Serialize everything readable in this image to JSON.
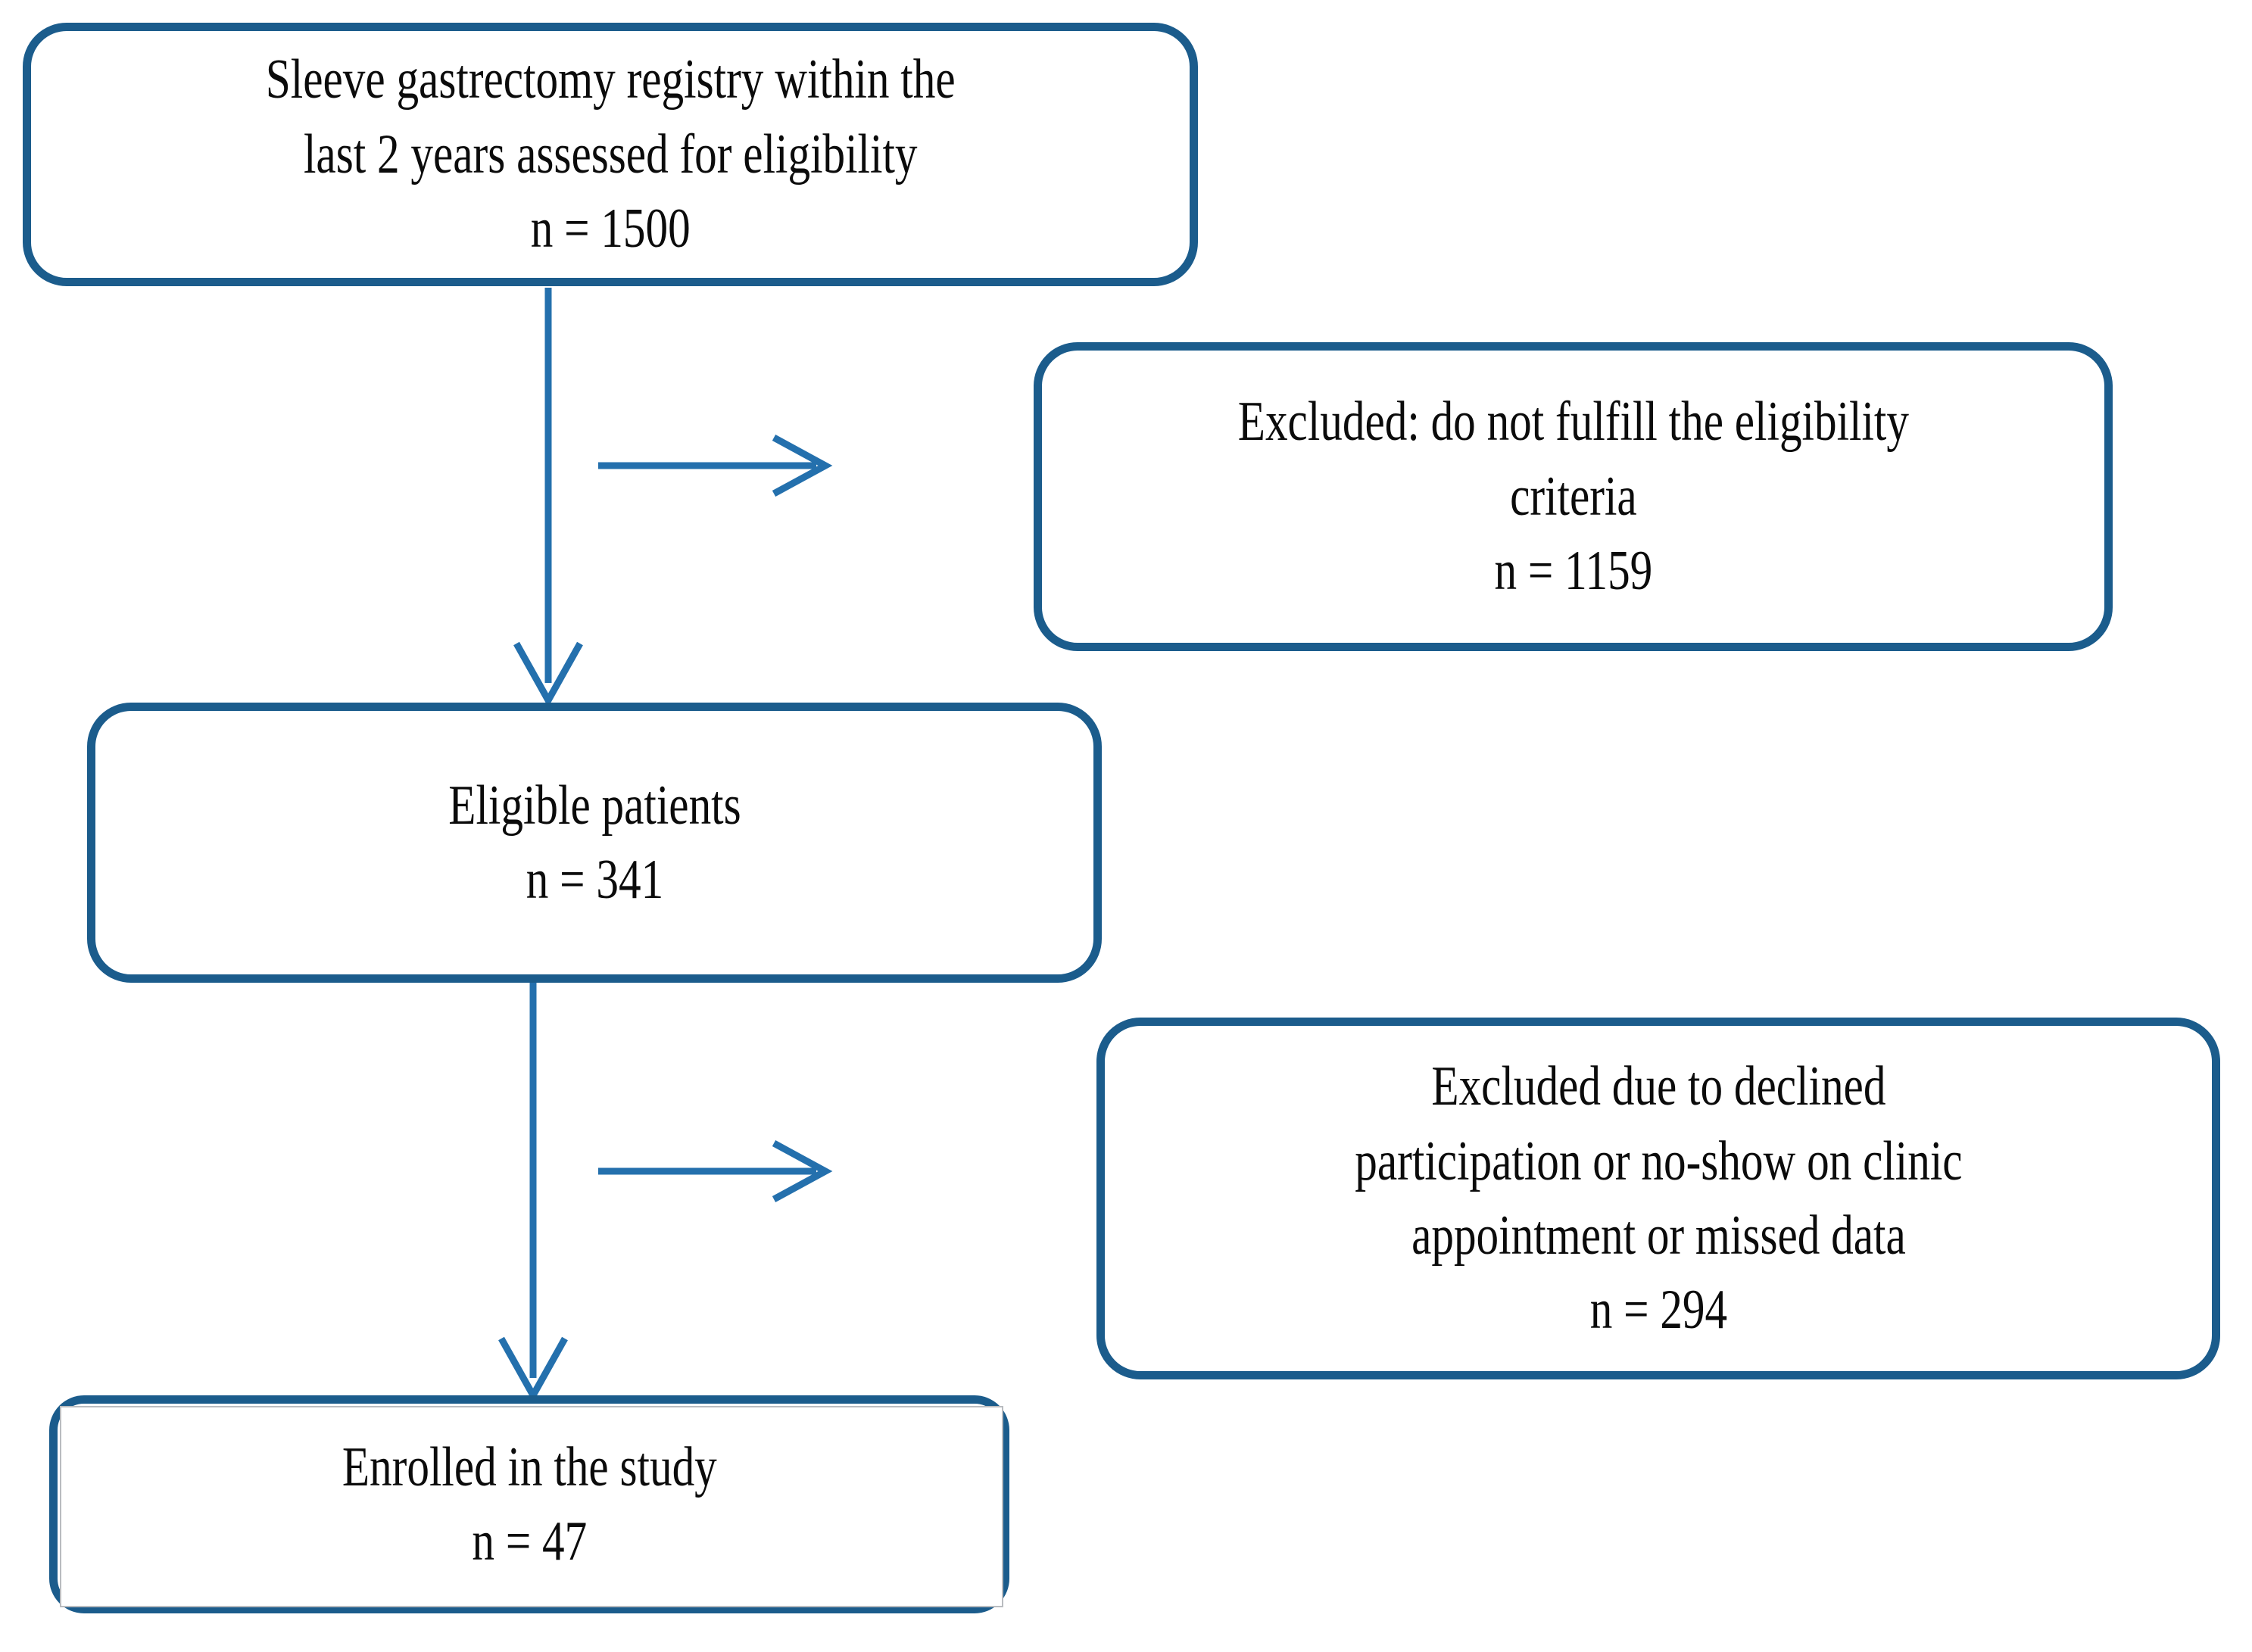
{
  "diagram": {
    "type": "study-flow-diagram",
    "title": "Participant flow (CONSORT-style) diagram",
    "accent_color": "#1B5C8C",
    "text_color": "#0b0b0b",
    "background_color": "#ffffff",
    "nodes": [
      {
        "id": "registry",
        "role": "source-population",
        "text": "Sleeve gastrectomy registry within the\nlast 2 years assessed for eligibility\nn = 1500",
        "label": "Sleeve gastrectomy registry within the last 2 years assessed for eligibility",
        "n_label": "n = 1500",
        "n": 1500
      },
      {
        "id": "excluded-1",
        "role": "exclusion",
        "text": "Excluded: do not fulfill the eligibility\ncriteria\nn = 1159",
        "label": "Excluded: do not fulfill the eligibility criteria",
        "n_label": "n = 1159",
        "n": 1159
      },
      {
        "id": "eligible",
        "role": "eligible",
        "text": "Eligible patients\nn = 341",
        "label": "Eligible patients",
        "n_label": "n = 341",
        "n": 341
      },
      {
        "id": "excluded-2",
        "role": "exclusion",
        "text": "Excluded due to declined\nparticipation or no-show on clinic\nappointment or missed data\nn = 294",
        "label": "Excluded due to declined participation or no-show on clinic appointment or missed data",
        "n_label": "n = 294",
        "n": 294
      },
      {
        "id": "enrolled",
        "role": "enrolled",
        "text": "Enrolled in the study\nn = 47",
        "label": "Enrolled in the study",
        "n_label": "n = 47",
        "n": 47
      }
    ],
    "edges": [
      {
        "id": "registry-to-eligible",
        "from": "registry",
        "to": "eligible",
        "direction": "down",
        "label": ""
      },
      {
        "id": "registry-to-excluded",
        "from": "registry",
        "to": "excluded-1",
        "direction": "right",
        "label": ""
      },
      {
        "id": "eligible-to-enrolled",
        "from": "eligible",
        "to": "enrolled",
        "direction": "down",
        "label": ""
      },
      {
        "id": "eligible-to-excluded",
        "from": "eligible",
        "to": "excluded-2",
        "direction": "right",
        "label": ""
      }
    ]
  }
}
